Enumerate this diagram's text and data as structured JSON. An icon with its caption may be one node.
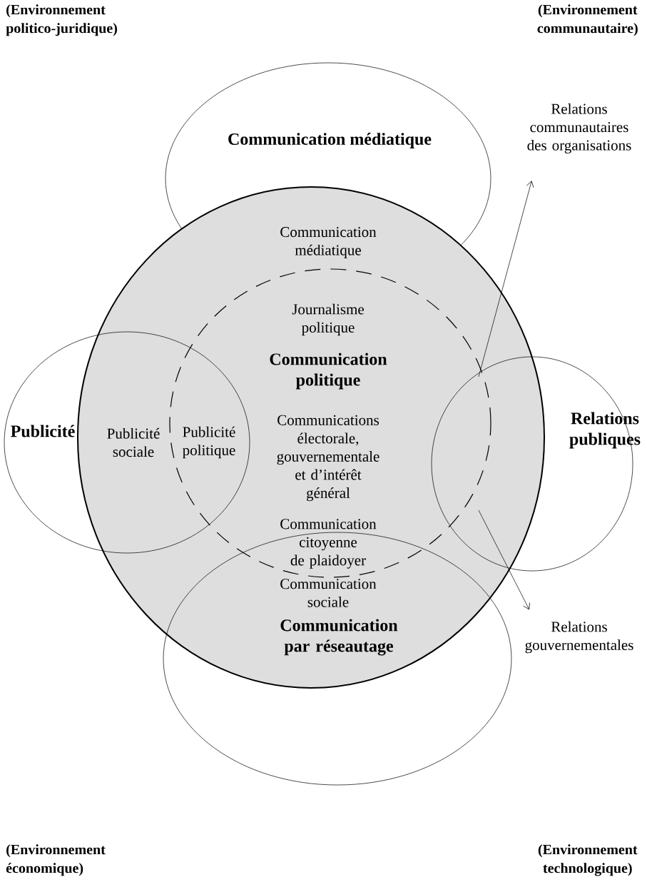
{
  "diagram": {
    "nodes": [
      {
        "text": [
          "Communication médiatique"
        ]
      },
      {
        "text": [
          "Publicité"
        ]
      },
      {
        "text": [
          "Relations publiques"
        ]
      },
      {
        "text": [
          "Communication par réseautage"
        ]
      },
      {
        "text": [],
        "shape": "circle"
      },
      {
        "text": [
          "Journalisme politique",
          "Communication politique",
          "Communications électorale, gouvernementale et d’intérêt général"
        ],
        "in": 4
      },
      {
        "text": [
          "Relations communautaires des organisations"
        ]
      },
      {
        "text": [
          "Relations gouvernementales"
        ]
      }
    ],
    "edges": [
      {
        "from": 2,
        "to": 6,
        "arrow": "to"
      },
      {
        "from": 2,
        "to": 7,
        "arrow": "to"
      }
    ],
    "labels": [
      "(Environnement politico-juridique)",
      "(Environnement communautaire)",
      "Communication médiatique",
      "Publicité sociale",
      "Publicité politique",
      "Communication citoyenne de plaidoyer",
      "Communication sociale",
      "(Environnement économique)",
      "(Environnement technologique)"
    ]
  }
}
